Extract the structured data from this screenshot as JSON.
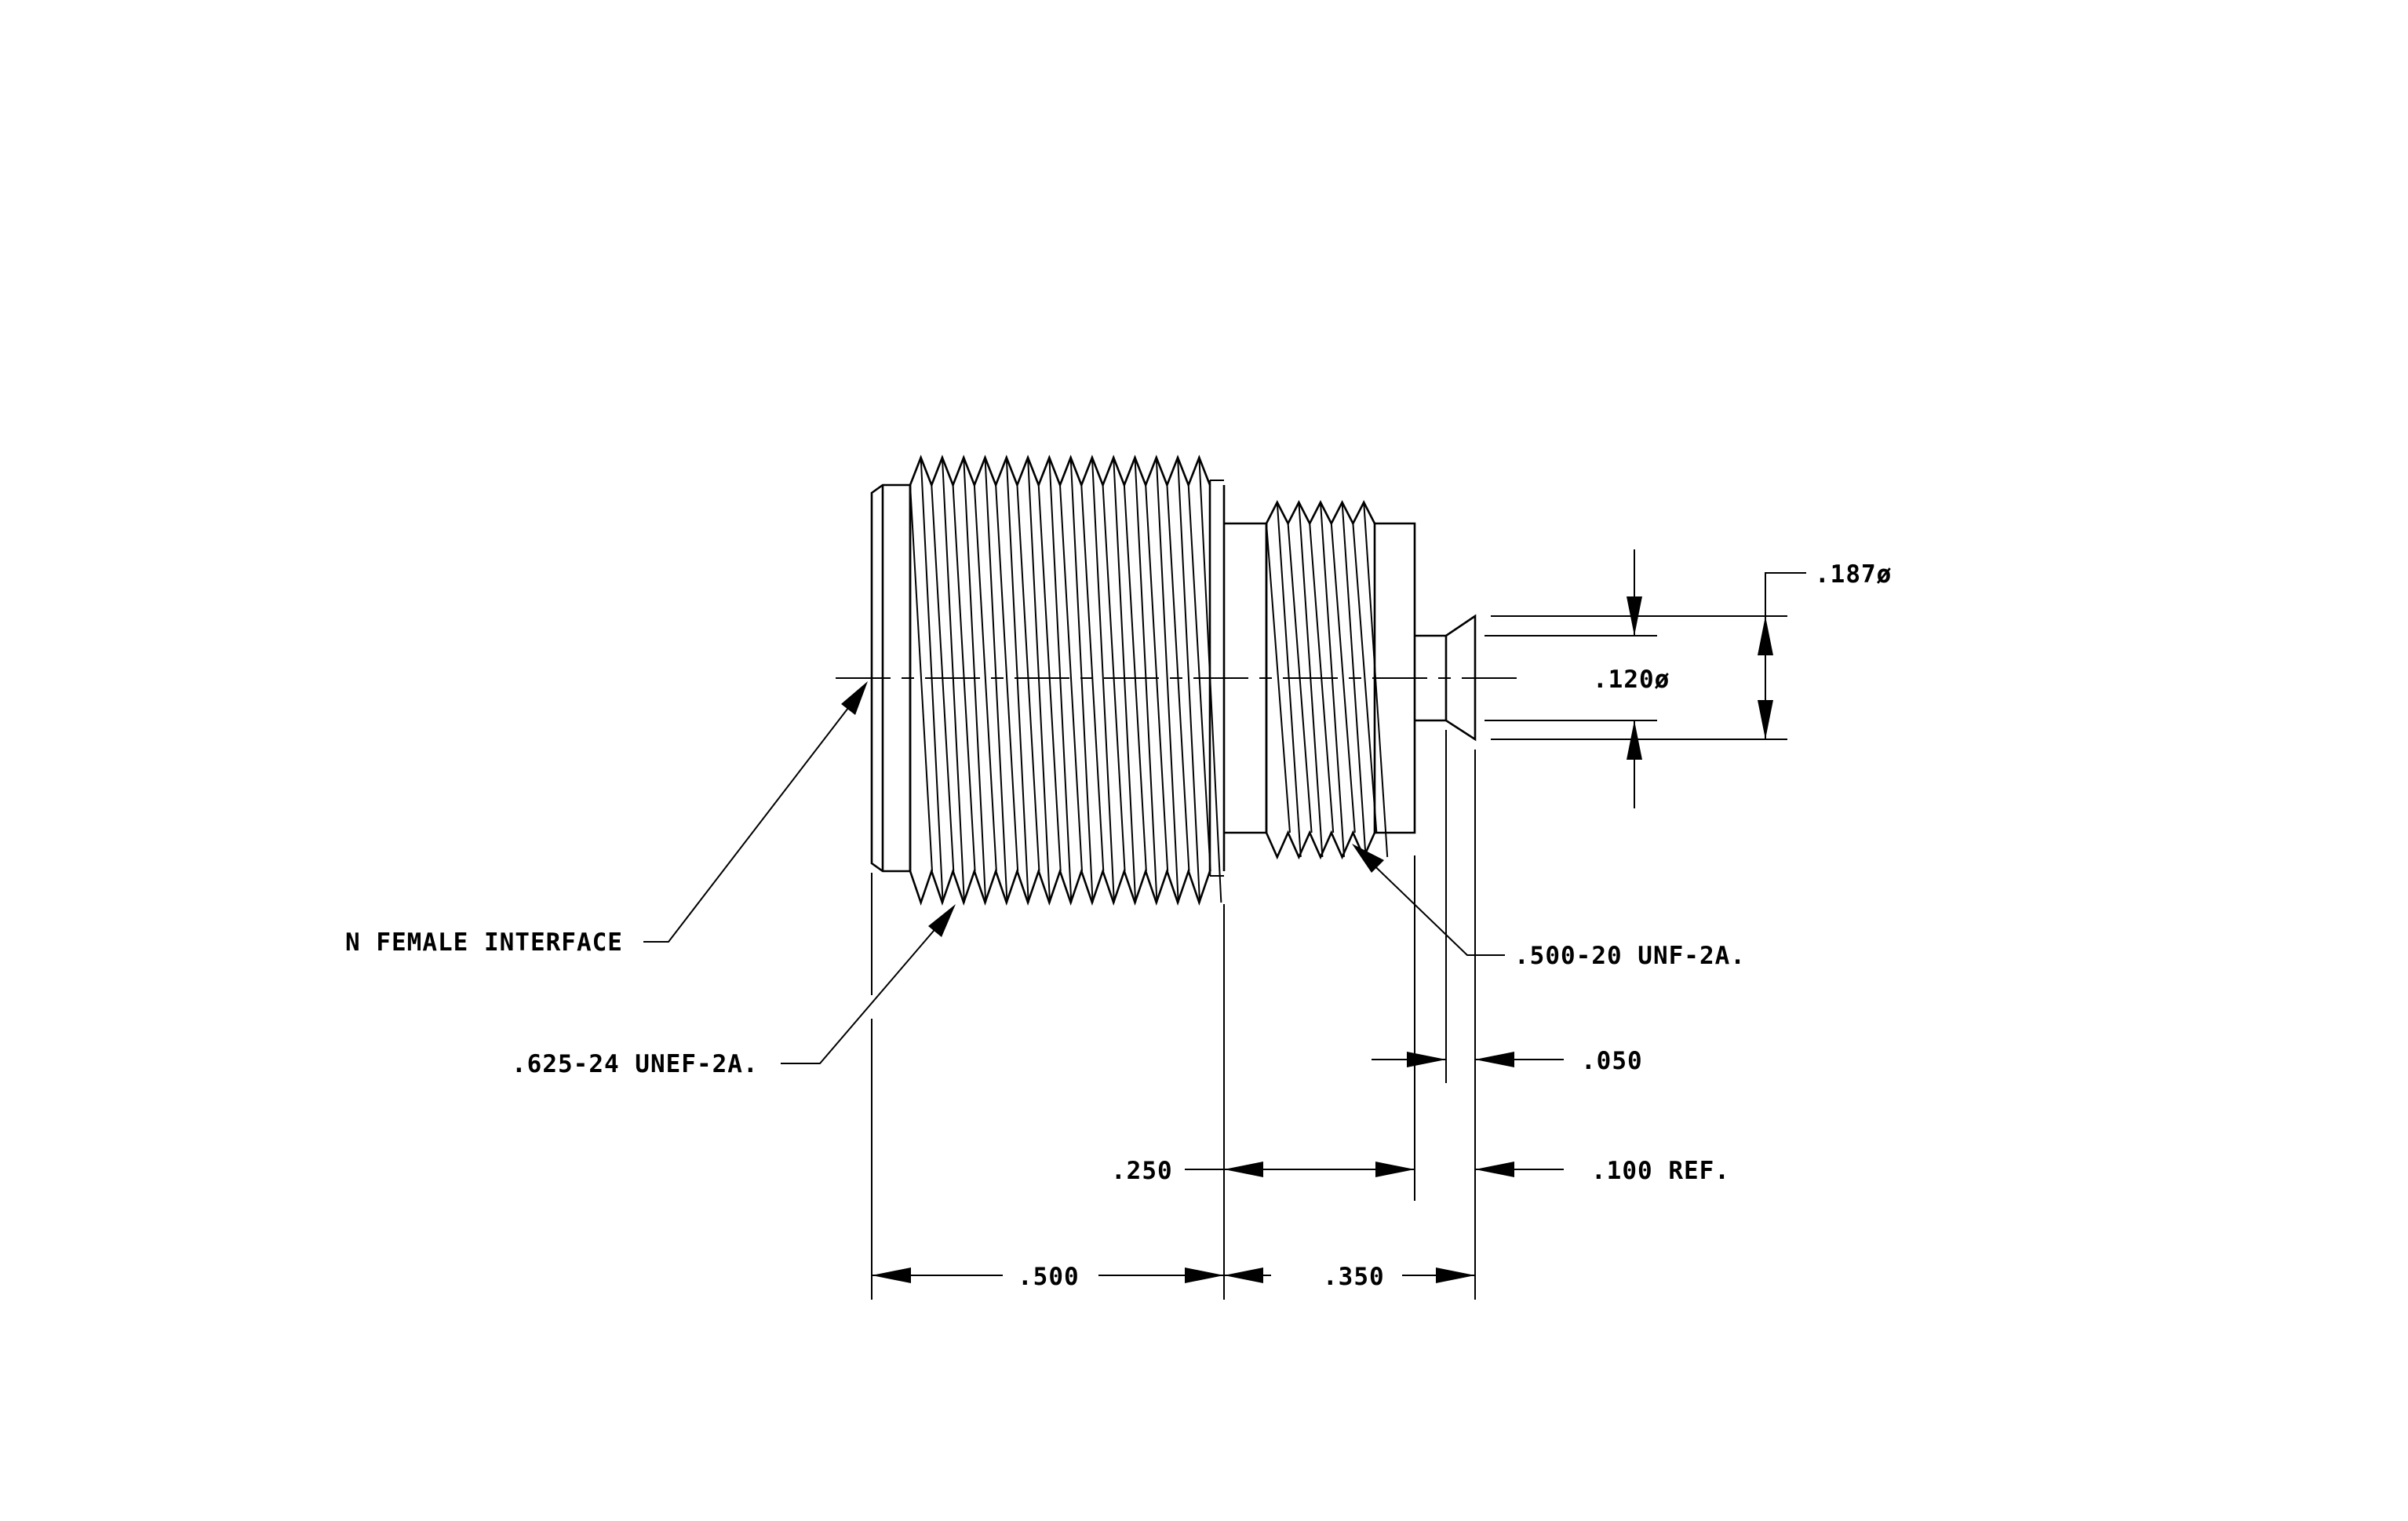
{
  "labels": {
    "n_female_interface": "N FEMALE INTERFACE",
    "thread_625": ".625-24 UNEF-2A.",
    "thread_500": ".500-20 UNF-2A.",
    "dia_187": ".187ø",
    "dia_120": ".120ø",
    "dim_050": ".050",
    "dim_250": ".250",
    "dim_100_ref": ".100 REF.",
    "dim_500": ".500",
    "dim_350": ".350"
  }
}
